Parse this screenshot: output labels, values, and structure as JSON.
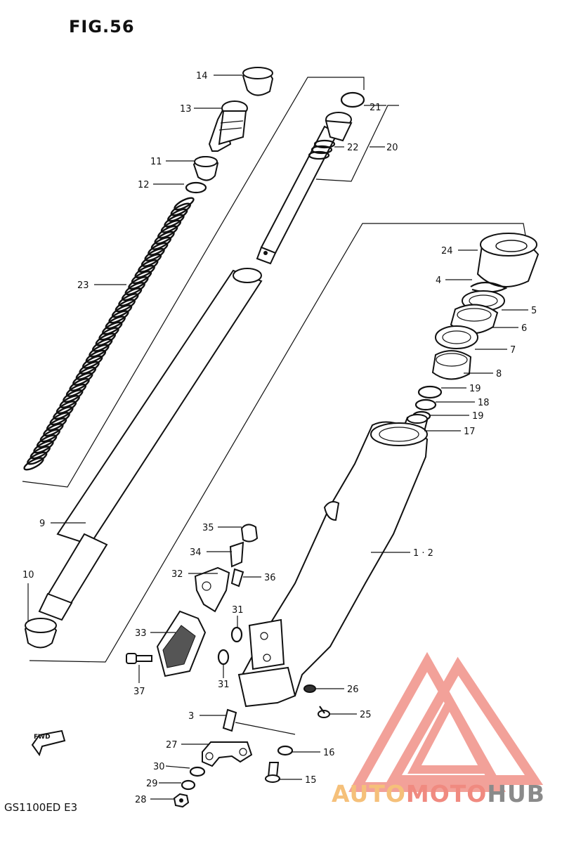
{
  "figure_title": "FIG.56",
  "model_code": "GS1100ED E3",
  "fwd_label": "FWD",
  "watermark": {
    "part1": "AUTO",
    "part2": "MOTO",
    "part3": "HUB",
    "colors": {
      "auto": "#f5c07a",
      "moto": "#f08a80",
      "hub": "#8a8a8a",
      "logo": "#f08a80"
    }
  },
  "callouts": {
    "p14": "14",
    "p13": "13",
    "p11": "11",
    "p12": "12",
    "p23": "23",
    "p21": "21",
    "p22": "22",
    "p20": "20",
    "p24": "24",
    "p4": "4",
    "p5": "5",
    "p6": "6",
    "p7": "7",
    "p8": "8",
    "p19a": "19",
    "p18": "18",
    "p19b": "19",
    "p17": "17",
    "p12b": "1 · 2",
    "p9": "9",
    "p10": "10",
    "p35": "35",
    "p34": "34",
    "p32": "32",
    "p36": "36",
    "p31a": "31",
    "p33": "33",
    "p31b": "31",
    "p37": "37",
    "p26": "26",
    "p25": "25",
    "p3": "3",
    "p16": "16",
    "p27": "27",
    "p30": "30",
    "p29": "29",
    "p15": "15",
    "p28": "28"
  }
}
